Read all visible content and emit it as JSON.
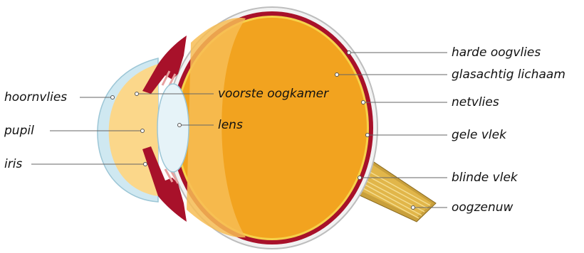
{
  "colors": {
    "sclera": "#cfcfcf",
    "choroid": "#a8112a",
    "vitreous": "#f2a31f",
    "vitreous_light": "#f7bd55",
    "anterior_chamber": "#fbd78a",
    "cornea": "#cfe8f1",
    "lens": "#e6f3f8",
    "optic_nerve": "#e1b64a",
    "leader_line": "#666666"
  },
  "labels": {
    "hoornvlies": "hoornvlies",
    "pupil": "pupil",
    "iris": "iris",
    "voorste_oogkamer": "voorste oogkamer",
    "lens": "lens",
    "harde_oogvlies": "harde oogvlies",
    "glasachtig_lichaam": "glasachtig lichaam",
    "netvlies": "netvlies",
    "gele_vlek": "gele vlek",
    "blinde_vlek": "blinde vlek",
    "oogzenuw": "oogzenuw"
  }
}
